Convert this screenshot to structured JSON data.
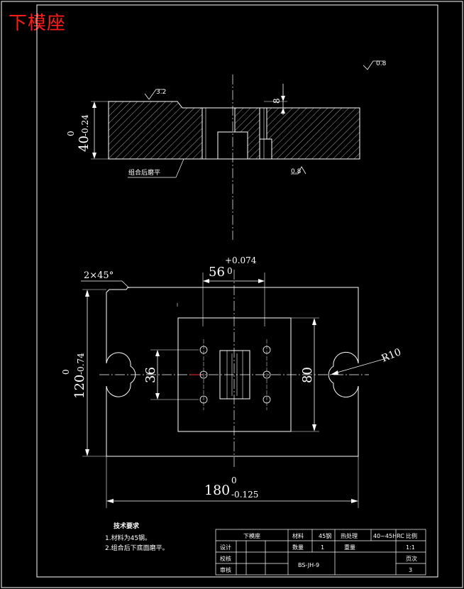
{
  "drawing_title": "下模座",
  "dimensions": {
    "thickness": "40",
    "thickness_tol_upper": "0",
    "thickness_tol_lower": "-0.24",
    "depth_small": "8",
    "slot_width": "56",
    "slot_tol_upper": "+0.074",
    "slot_tol_lower": "0",
    "chamfer": "2×45°",
    "height": "120",
    "height_tol_upper": "0",
    "height_tol_lower": "-0.74",
    "hole_spacing": "36",
    "inner_height": "80",
    "radius": "R10",
    "length": "180",
    "length_tol_upper": "0",
    "length_tol_lower": "-0.125"
  },
  "annotations": {
    "grind_note": "组合后磨平",
    "roughness_main": "3.2",
    "roughness_top": "0.8",
    "roughness_bottom": "0.8"
  },
  "tech_requirements": {
    "heading": "技术要求",
    "items": [
      "1.材料为45钢。",
      "2.组合后下底面磨平。"
    ]
  },
  "title_block": {
    "part_name": "下模座",
    "material_label": "材料",
    "material_value": "45钢",
    "heat_label": "热处理",
    "heat_value": "40~45HRC",
    "scale_label": "比例",
    "scale_value": "1:1",
    "qty_label": "数量",
    "qty_value": "1",
    "weight_label": "重量",
    "design_label": "设计",
    "check_label": "校核",
    "approve_label": "审核",
    "drawing_no": "BS-JH-9",
    "sheet_label": "页次",
    "sheet_value": "3"
  }
}
